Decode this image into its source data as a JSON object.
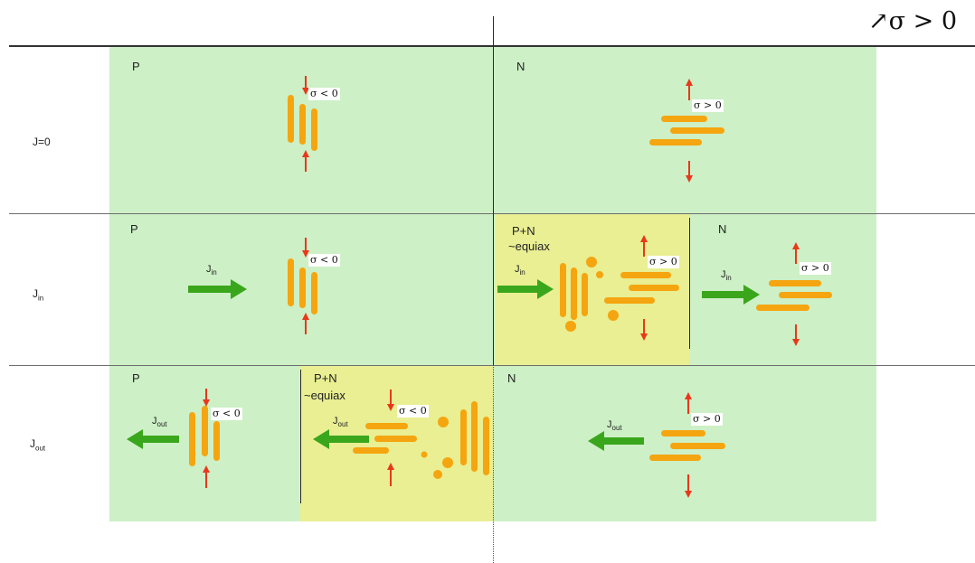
{
  "header": {
    "top_right_label": "↗σ > 0"
  },
  "rows": [
    {
      "label": "J=0",
      "panels": [
        {
          "phase": "P",
          "sigma": "σ < 0"
        },
        {
          "phase": "N",
          "sigma": "σ > 0"
        }
      ]
    },
    {
      "label_main": "J",
      "label_sub": "in",
      "panels": [
        {
          "phase": "P",
          "sigma": "σ < 0",
          "flux_main": "J",
          "flux_sub": "in"
        },
        {
          "phase_line1": "P+N",
          "phase_line2": "~equiax",
          "sigma": "σ > 0",
          "flux_main": "J",
          "flux_sub": "in"
        },
        {
          "phase": "N",
          "sigma": "σ > 0",
          "flux_main": "J",
          "flux_sub": "in"
        }
      ]
    },
    {
      "label_main": "J",
      "label_sub": "out",
      "panels": [
        {
          "phase": "P",
          "sigma": "σ < 0",
          "flux_main": "J",
          "flux_sub": "out"
        },
        {
          "phase_line1": "P+N",
          "phase_line2": "~equiax",
          "sigma": "σ < 0",
          "flux_main": "J",
          "flux_sub": "out"
        },
        {
          "phase": "N",
          "sigma": "σ > 0",
          "flux_main": "J",
          "flux_sub": "out"
        }
      ]
    }
  ],
  "colors": {
    "green_region": "#cdf0c6",
    "yellow_region": "#e9ef92",
    "grain": "#f5a50f",
    "stress_arrow": "#e8381c",
    "flux_arrow": "#3aa61c"
  }
}
